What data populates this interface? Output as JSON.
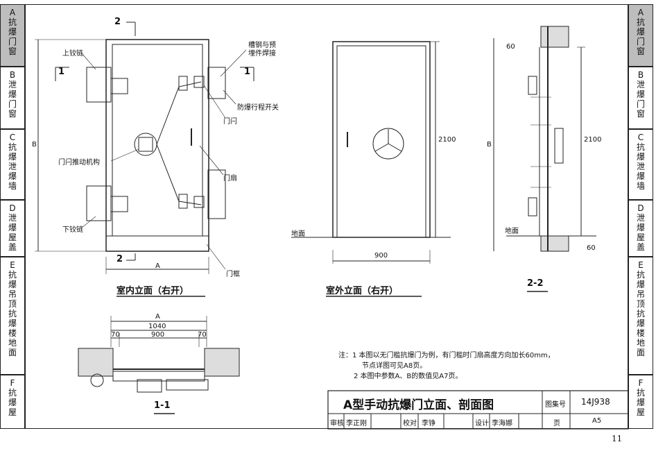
{
  "tabs_left": [
    {
      "letter": "A",
      "text": "抗爆门窗",
      "active": true
    },
    {
      "letter": "B",
      "text": "泄爆门窗",
      "active": false
    },
    {
      "letter": "C",
      "text": "抗爆泄爆墙",
      "active": false
    },
    {
      "letter": "D",
      "text": "泄爆屋盖",
      "active": false
    },
    {
      "letter": "E",
      "text": "抗爆吊顶抗爆楼地面",
      "active": false
    },
    {
      "letter": "F",
      "text": "抗爆屋",
      "active": false
    }
  ],
  "labels": {
    "sec2_top": "2",
    "sec2_bot": "2",
    "sec1_left": "1",
    "sec1_right": "1",
    "top_hinge": "上铰链",
    "bottom_hinge": "下铰链",
    "channel_weld": "槽钢与预\n埋件焊接",
    "limit_switch": "防爆行程开关",
    "latch": "门闩",
    "latch_mech": "门闩推动机构",
    "door_leaf": "门扇",
    "door_frame": "门框",
    "dim_a": "A",
    "dim_b": "B",
    "dim_2100": "2100",
    "dim_900": "900",
    "ground": "地面",
    "dim_b2": "B",
    "dim_2100b": "2100",
    "dim_60a": "60",
    "dim_60b": "60",
    "ground2": "地面",
    "dim_a2": "A",
    "dim_1040": "1040",
    "dim_900b": "900",
    "dim_70a": "70",
    "dim_70b": "70"
  },
  "captions": {
    "indoor": "室内立面（右开）",
    "outdoor": "室外立面（右开）",
    "section22": "2-2",
    "section11": "1-1"
  },
  "notes": {
    "n1": "注：1  本图以无门槛抗爆门为例，有门槛时门扇高度方向加长60mm，",
    "n1b": "节点详图可见A8页。",
    "n2": "2  本图中参数A、B的数值见A7页。"
  },
  "title_block": {
    "title": "A型手动抗爆门立面、剖面图",
    "atlas_label": "图集号",
    "atlas_no": "14J938",
    "page_label": "页",
    "page_no": "A5",
    "review": "审核",
    "reviewer": "李正刚",
    "check": "校对",
    "checker": "李铮",
    "design": "设计",
    "designer": "李海娜"
  },
  "page_number": "11"
}
